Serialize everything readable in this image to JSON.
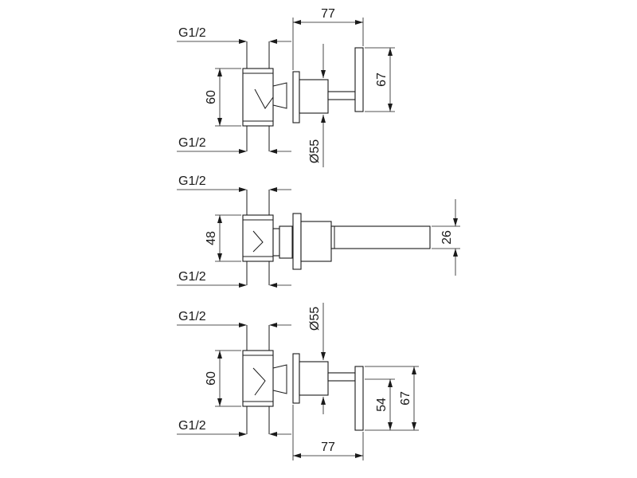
{
  "view_top": {
    "thread_top": "G1/2",
    "thread_bottom": "G1/2",
    "height_body": "60",
    "length_total": "77",
    "handle_height": "67",
    "flange_diameter": "Ø55"
  },
  "view_middle": {
    "thread_top": "G1/2",
    "thread_bottom": "G1/2",
    "height_body": "48",
    "stem_diameter": "26"
  },
  "view_bottom": {
    "thread_top": "G1/2",
    "thread_bottom": "G1/2",
    "height_body": "60",
    "flange_diameter": "Ø55",
    "handle_height_inner": "54",
    "handle_height": "67",
    "length_total": "77"
  }
}
